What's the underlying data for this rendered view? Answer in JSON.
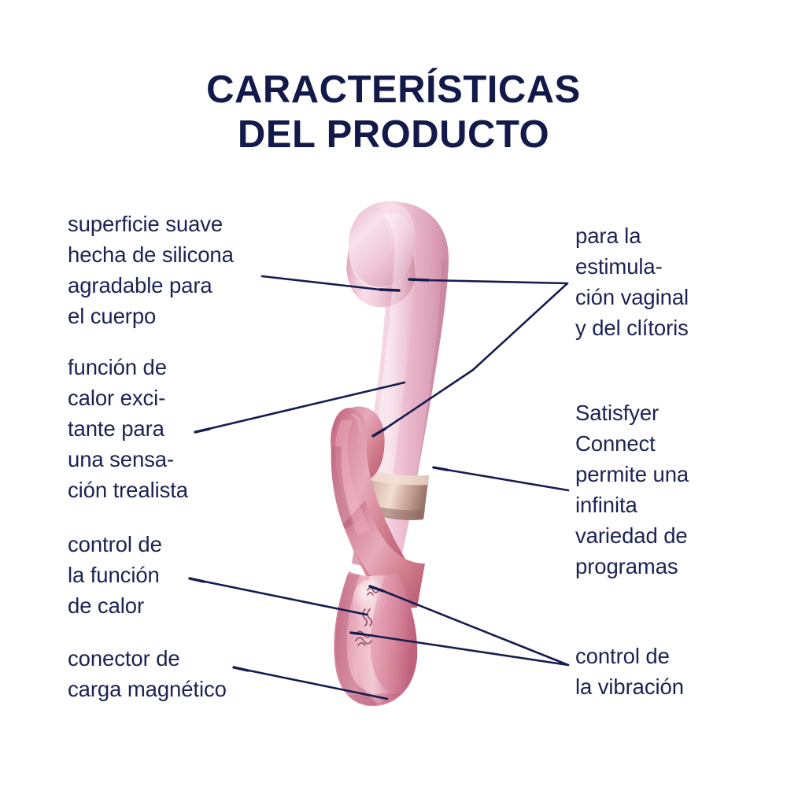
{
  "title": {
    "line1": "CARACTERÍSTICAS",
    "line2": "DEL PRODUCTO",
    "color": "#131a4a"
  },
  "colors": {
    "text": "#1c2254",
    "leader_line": "#161c4f",
    "background": "#ffffff",
    "shaft_pink_light": "#f3cfdc",
    "shaft_pink_mid": "#e3a9bf",
    "shaft_pink_shadow": "#cf8ba4",
    "arm_rose": "#d9849b",
    "arm_rose_deep": "#c2657f",
    "handle_rose": "#d88aa0",
    "heat_band_beige": "#e8cfc0",
    "heat_band_dark": "#a87f77",
    "button_glyph": "#9c5168"
  },
  "callouts": {
    "left": [
      {
        "id": "surface",
        "name": "callout-superficie-suave",
        "text": "superficie suave\nhecha de silicona\nagradable para\nel cuerpo"
      },
      {
        "id": "heat_function",
        "name": "callout-funcion-de-calor",
        "text": "función de\ncalor exci-\ntante para\nuna sensa-\nción trealista"
      },
      {
        "id": "heat_control",
        "name": "callout-control-funcion-calor",
        "text": "control de\nla función\nde calor"
      },
      {
        "id": "magnetic_charger",
        "name": "callout-conector-carga-magnetico",
        "text": "conector de\ncarga magnético"
      }
    ],
    "right": [
      {
        "id": "stimulation",
        "name": "callout-estimulacion-vaginal-clitoris",
        "text": "para la\nestimula-\nción vaginal\ny del clítoris"
      },
      {
        "id": "connect",
        "name": "callout-satisfyer-connect",
        "text": "Satisfyer\nConnect\npermite una\ninfinita\nvariedad de\nprogramas"
      },
      {
        "id": "vibration_control",
        "name": "callout-control-vibracion",
        "text": "control de\nla vibración"
      }
    ]
  },
  "product": {
    "name": "rabbit-vibrator-illustration",
    "description": "Vibrador tipo conejo rosa con brazo clitorial, banda calefactora y tres botones de control",
    "buttons": [
      {
        "name": "button-glyph-top",
        "symbol": "wave"
      },
      {
        "name": "button-glyph-middle",
        "symbol": "heat"
      },
      {
        "name": "button-glyph-bottom",
        "symbol": "vibration"
      }
    ]
  }
}
